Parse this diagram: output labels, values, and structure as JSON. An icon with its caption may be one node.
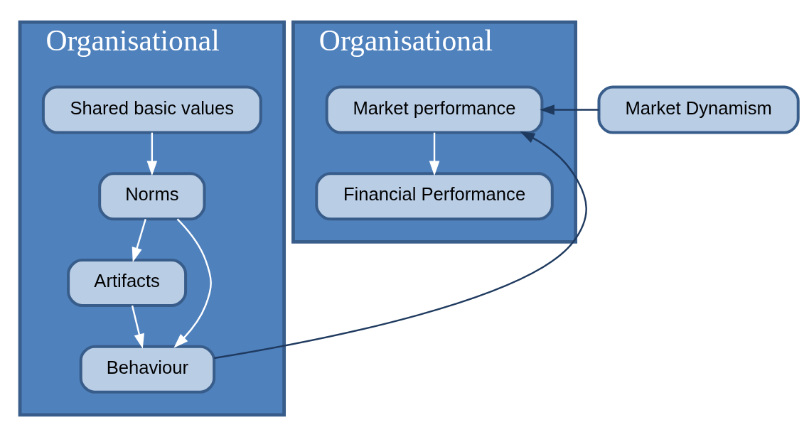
{
  "diagram": {
    "nodes": [
      {
        "text": [
          "Organisational"
        ]
      },
      {
        "text": [
          "Shared basic values"
        ],
        "in": 0
      },
      {
        "text": [
          "Norms"
        ],
        "in": 0
      },
      {
        "text": [
          "Artifacts"
        ],
        "in": 0
      },
      {
        "text": [
          "Behaviour"
        ],
        "in": 0
      },
      {
        "text": [
          "Organisational"
        ]
      },
      {
        "text": [
          "Financial Performance"
        ],
        "in": 5
      },
      {
        "text": [
          "Market performance"
        ],
        "in": 5
      },
      {
        "text": [
          "Market Dynamism"
        ]
      }
    ],
    "edges": [
      {
        "from": 1,
        "to": 2,
        "arrow": "to"
      },
      {
        "from": 2,
        "to": 3,
        "arrow": "to"
      },
      {
        "from": 2,
        "to": 4,
        "arrow": "to"
      },
      {
        "from": 3,
        "to": 4,
        "arrow": "to"
      },
      {
        "from": 7,
        "to": 6,
        "arrow": "to"
      },
      {
        "from": 4,
        "to": 7,
        "arrow": "to",
        "color": "#1f3a5f"
      },
      {
        "from": 8,
        "to": 7,
        "arrow": "to",
        "color": "#1f3a5f"
      }
    ]
  }
}
